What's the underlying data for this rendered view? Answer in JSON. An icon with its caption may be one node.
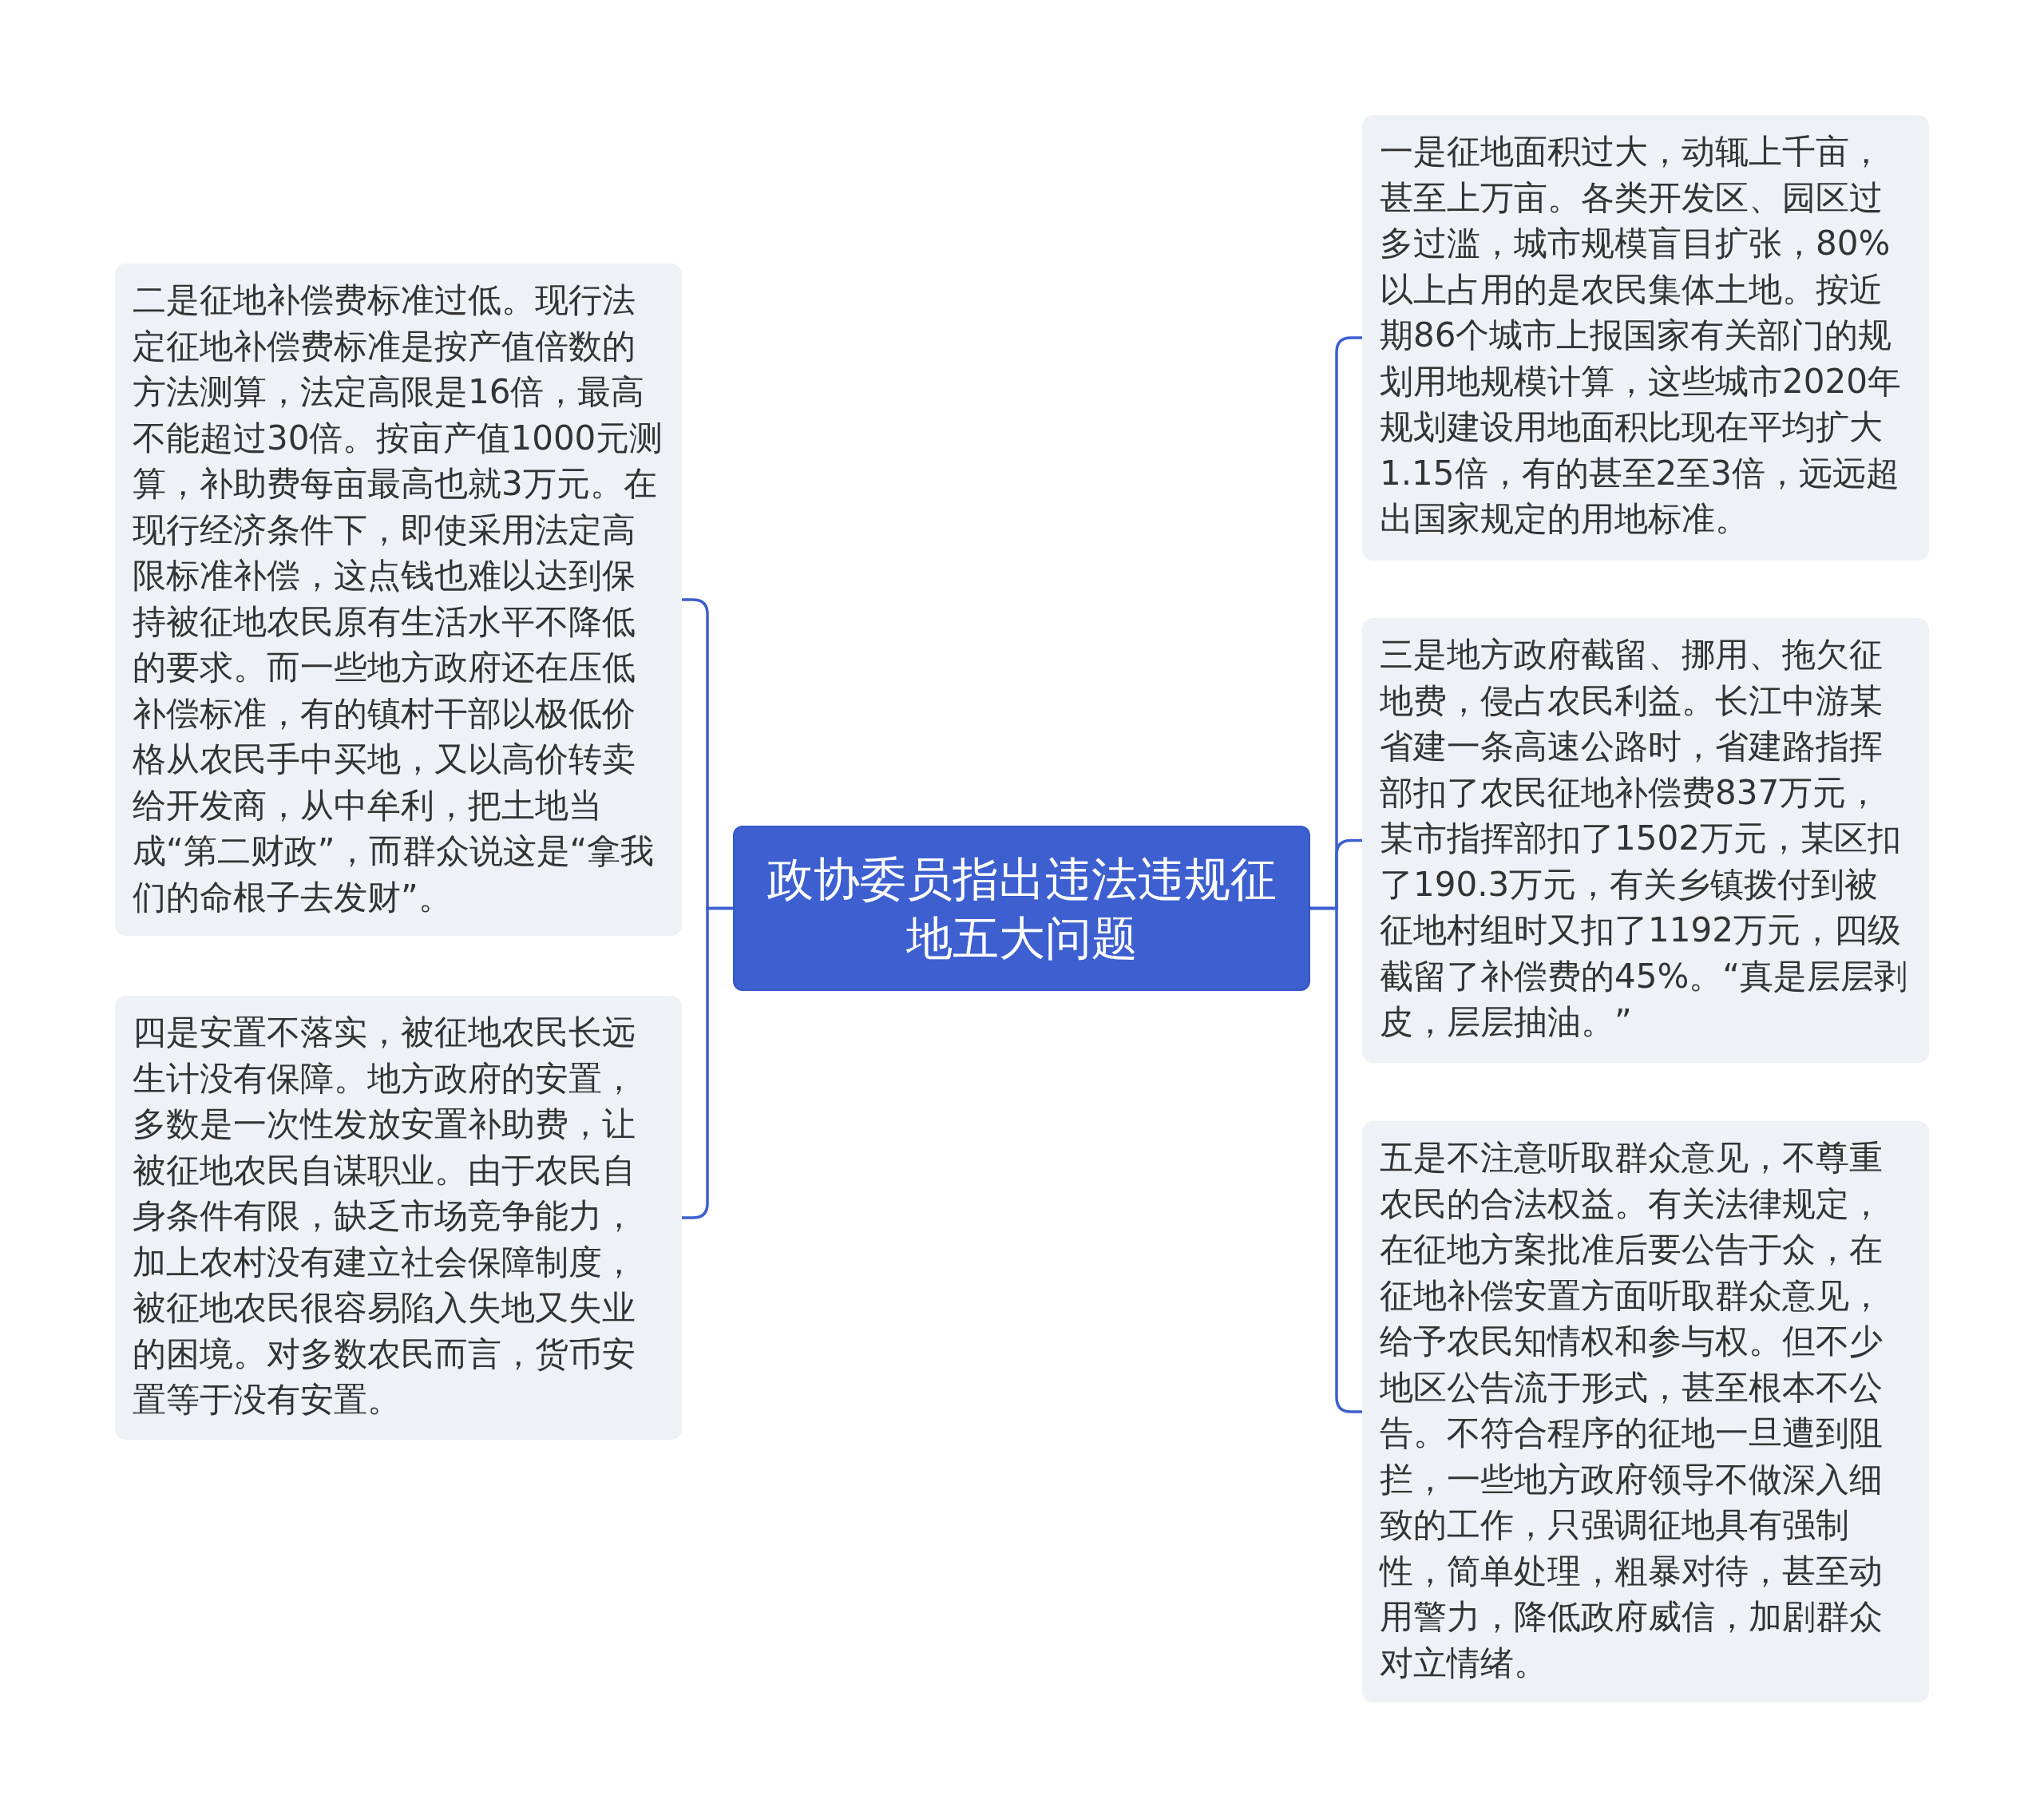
{
  "diagram": {
    "nodes": [
      {
        "text": [
          "政协委员指出违法违规征地五大问题"
        ]
      },
      {
        "text": [
          "一是征地面积过大，动辄上千亩，甚至上万亩。各类开发区、园区过多过滥，城市规模盲目扩张，80%以上占用的是农民集体土地。按近期86个城市上报国家有关部门的规划用地规模计算，这些城市2020年规划建设用地面积比现在平均扩大1.15倍，有的甚至2至3倍，远远超出国家规定的用地标准。"
        ]
      },
      {
        "text": [
          "二是征地补偿费标准过低。现行法定征地补偿费标准是按产值倍数的方法测算，法定高限是16倍，最高不能超过30倍。按亩产值1000元测算，补助费每亩最高也就3万元。在现行经济条件下，即使采用法定高限标准补偿，这点钱也难以达到保持被征地农民原有生活水平不降低的要求。而一些地方政府还在压低补偿标准，有的镇村干部以极低价格从农民手中买地，又以高价转卖给开发商，从中牟利，把土地当成“第二财政”，而群众说这是“拿我们的命根子去发财”。"
        ]
      },
      {
        "text": [
          "三是地方政府截留、挪用、拖欠征地费，侵占农民利益。长江中游某省建一条高速公路时，省建路指挥部扣了农民征地补偿费837万元，某市指挥部扣了1502万元，某区扣了190.3万元，有关乡镇拨付到被征地村组时又扣了1192万元，四级截留了补偿费的45%。“真是层层剥皮，层层抽油。”"
        ]
      },
      {
        "text": [
          "四是安置不落实，被征地农民长远生计没有保障。地方政府的安置，多数是一次性发放安置补助费，让被征地农民自谋职业。由于农民自身条件有限，缺乏市场竞争能力，加上农村没有建立社会保障制度，被征地农民很容易陷入失地又失业的困境。对多数农民而言，货币安置等于没有安置。"
        ]
      },
      {
        "text": [
          "五是不注意听取群众意见，不尊重农民的合法权益。有关法律规定，在征地方案批准后要公告于众，在征地补偿安置方面听取群众意见，给予农民知情权和参与权。但不少地区公告流于形式，甚至根本不公告。不符合程序的征地一旦遭到阻拦，一些地方政府领导不做深入细致的工作，只强调征地具有强制性，简单处理，粗暴对待，甚至动用警力，降低政府威信，加剧群众对立情绪。"
        ]
      }
    ],
    "edges": [
      {
        "from": 0,
        "to": 1,
        "arrow": "none"
      },
      {
        "from": 0,
        "to": 2,
        "arrow": "none"
      },
      {
        "from": 0,
        "to": 3,
        "arrow": "none"
      },
      {
        "from": 0,
        "to": 4,
        "arrow": "none"
      },
      {
        "from": 0,
        "to": 5,
        "arrow": "none"
      }
    ]
  }
}
